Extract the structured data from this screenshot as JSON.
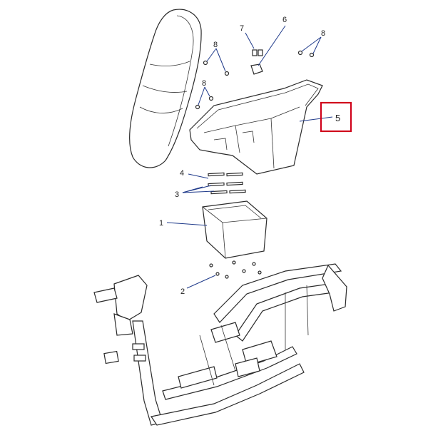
{
  "callouts": {
    "c1": "1",
    "c2": "2",
    "c3": "3",
    "c4": "4",
    "c5": "5",
    "c6": "6",
    "c7": "7",
    "c8a": "8",
    "c8b": "8",
    "c8c": "8"
  },
  "colors": {
    "highlight": "#d0021b",
    "leader": "#1f3a8a"
  }
}
